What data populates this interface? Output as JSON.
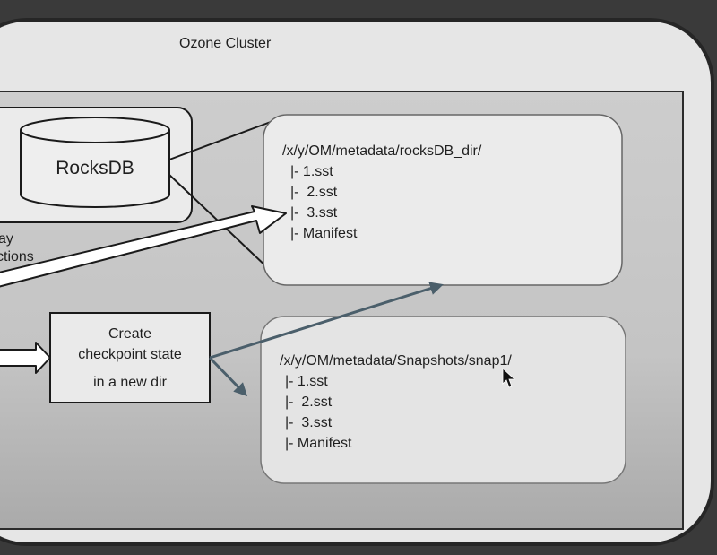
{
  "cluster": {
    "title": "Ozone  Cluster"
  },
  "rocksdb": {
    "label": "RocksDB"
  },
  "partial_label": {
    "line1": "ay",
    "line2": "ctions"
  },
  "checkpoint": {
    "line1": "Create",
    "line2": "checkpoint state",
    "line3": "in a new dir"
  },
  "active_dir": {
    "path": "/x/y/OM/metadata/rocksDB_dir/",
    "entries": [
      "|- 1.sst",
      "|-  2.sst",
      "|-  3.sst",
      "|- Manifest"
    ]
  },
  "snapshot_dir": {
    "path": "/x/y/OM/metadata/Snapshots/snap1/",
    "entries": [
      "|- 1.sst",
      "|-  2.sst",
      "|-  3.sst",
      "|- Manifest"
    ]
  },
  "colors": {
    "outer_bg": "#3a3a3a",
    "cluster_fill": "#e6e6e6",
    "inner_fill": "#c8c8c8",
    "box_fill": "#ebebeb",
    "arrow_fill": "#ffffff",
    "connector": "#4b5f6b"
  }
}
